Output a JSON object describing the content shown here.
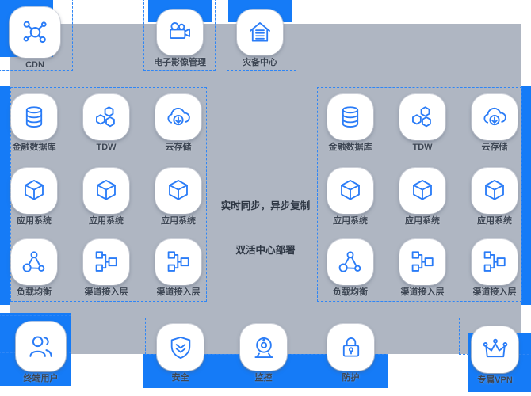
{
  "colors": {
    "accent_blue": "#157bf7",
    "icon_blue": "#2a7cf7",
    "panel_gray": "#afb6c2",
    "dashed_blue": "#2f86f6",
    "label_dark": "#3d4654"
  },
  "top_tiles": [
    {
      "label": "CDN",
      "icon": "cdn-icon"
    },
    {
      "label": "电子影像管理",
      "icon": "video-camera-icon"
    },
    {
      "label": "灾备中心",
      "icon": "disaster-recovery-house-icon"
    }
  ],
  "left_datacenter": {
    "tiles": [
      {
        "label": "金融数据库",
        "icon": "database-icon"
      },
      {
        "label": "TDW",
        "icon": "hexagons-icon"
      },
      {
        "label": "云存储",
        "icon": "cloud-download-icon"
      },
      {
        "label": "应用系统",
        "icon": "cube-icon"
      },
      {
        "label": "应用系统",
        "icon": "cube-icon"
      },
      {
        "label": "应用系统",
        "icon": "cube-icon"
      },
      {
        "label": "负载均衡",
        "icon": "load-balancer-icon"
      },
      {
        "label": "渠道接入层",
        "icon": "org-tree-icon"
      },
      {
        "label": "渠道接入层",
        "icon": "org-tree-icon"
      }
    ]
  },
  "right_datacenter": {
    "tiles": [
      {
        "label": "金融数据库",
        "icon": "database-icon"
      },
      {
        "label": "TDW",
        "icon": "hexagons-icon"
      },
      {
        "label": "云存储",
        "icon": "cloud-download-icon"
      },
      {
        "label": "应用系统",
        "icon": "cube-icon"
      },
      {
        "label": "应用系统",
        "icon": "cube-icon"
      },
      {
        "label": "应用系统",
        "icon": "cube-icon"
      },
      {
        "label": "负载均衡",
        "icon": "load-balancer-icon"
      },
      {
        "label": "渠道接入层",
        "icon": "org-tree-icon"
      },
      {
        "label": "渠道接入层",
        "icon": "org-tree-icon"
      }
    ]
  },
  "corridor": {
    "line1": "实时同步，异步复制",
    "line2": "双活中心部署"
  },
  "bottom_tiles": [
    {
      "label": "终端用户",
      "icon": "users-icon"
    },
    {
      "label": "安全",
      "icon": "shield-icon"
    },
    {
      "label": "监控",
      "icon": "webcam-icon"
    },
    {
      "label": "防护",
      "icon": "lock-icon"
    },
    {
      "label": "专属VPN",
      "icon": "crown-icon"
    }
  ]
}
